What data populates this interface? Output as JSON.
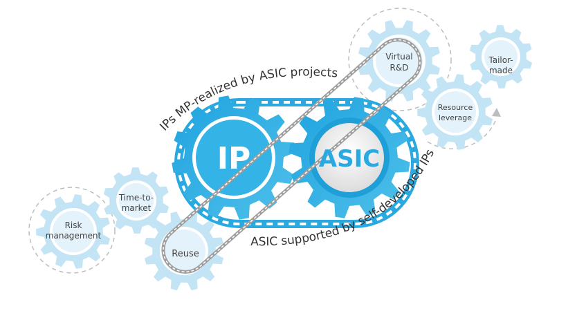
{
  "colors": {
    "primary_blue": "#2aa9e0",
    "light_blue": "#c3e4f5",
    "chain_gray": "#a8a8a8",
    "text": "#444444"
  },
  "main_gears": {
    "ip": "IP",
    "asic": "ASIC"
  },
  "arc_labels": {
    "top": "IPs MP-realized by ASIC projects",
    "bottom": "ASIC supported by self-developed IPs"
  },
  "satellite_gears": {
    "virtual_rd": [
      "Virtual",
      "R&D"
    ],
    "resource_leverage": [
      "Resource",
      "leverage"
    ],
    "tailor_made": [
      "Tailor-",
      "made"
    ],
    "time_to_market": [
      "Time-to-",
      "market"
    ],
    "risk_management": [
      "Risk",
      "management"
    ],
    "reuse": [
      "Reuse"
    ]
  }
}
